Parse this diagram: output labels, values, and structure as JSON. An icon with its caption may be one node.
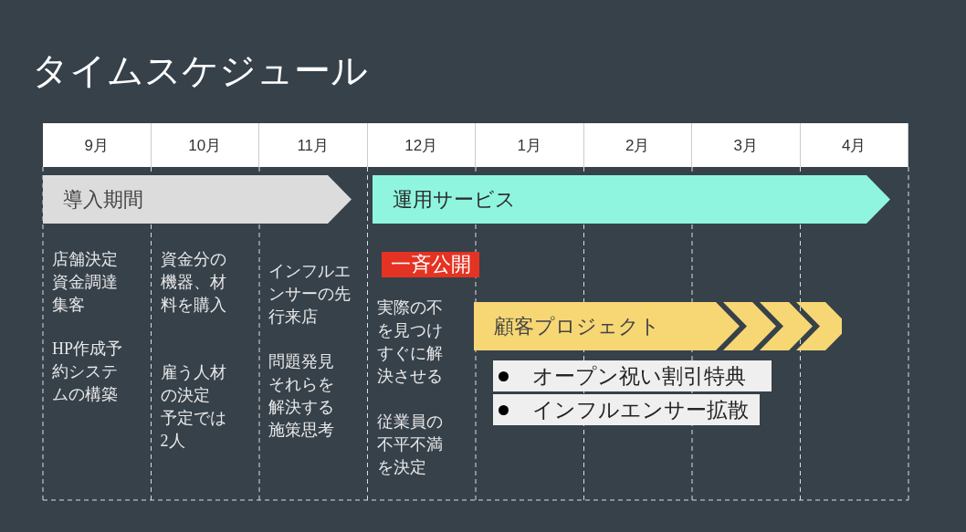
{
  "diagram": {
    "title": "タイムスケジュール",
    "nodes": [
      {
        "text": [
          "導入期間"
        ]
      },
      {
        "text": [
          "運用サービス"
        ]
      },
      {
        "text": [
          "一斉公開"
        ]
      },
      {
        "text": [
          "顧客プロジェクト"
        ]
      },
      {
        "text": [
          "オープン祝い割引特典"
        ]
      },
      {
        "text": [
          "インフルエンサー拡散"
        ]
      }
    ],
    "labels": [
      "9月",
      "10月",
      "11月",
      "12月",
      "1月",
      "2月",
      "3月",
      "4月",
      "店舗決定",
      "資金調達",
      "集客",
      "HP作成予約システムの構築",
      "資金分の機器、材料を購入",
      "雇う人材の決定",
      "予定では2人",
      "インフルエンサーの先行来店",
      "問題発見",
      "それらを解決する施策思考",
      "実際の不を見つけすぐに解決させる",
      "従業員の不平不満を決定"
    ]
  }
}
